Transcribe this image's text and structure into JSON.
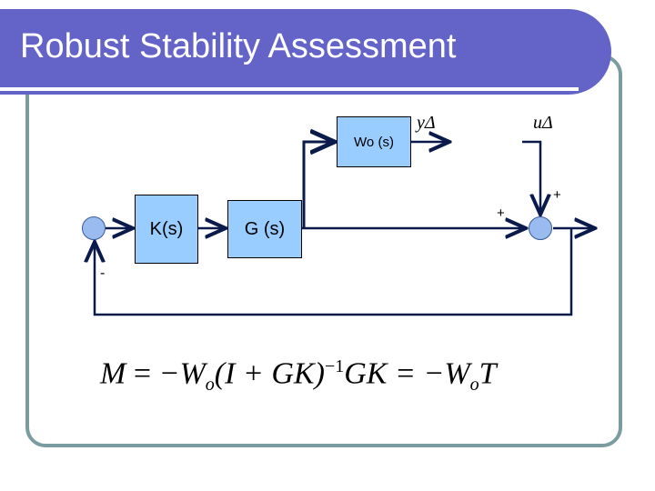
{
  "slide": {
    "title": "Robust Stability Assessment"
  },
  "diagram": {
    "controller_label": "K(s)",
    "plant_label": "G (s)",
    "weight_label": "Wo (s)",
    "output_signal_label": "yΔ",
    "input_signal_label": "uΔ",
    "feedback_sign_label": "-",
    "sum_left_sign_label": "+",
    "sum_top_sign_label": "+"
  },
  "equation": {
    "lhs": "M",
    "rhs_1": "−W",
    "rhs_1_sub": "o",
    "rhs_1_tail": "(I + GK)",
    "rhs_1_sup": "−1",
    "rhs_1_end": "GK",
    "rhs_2": "= −W",
    "rhs_2_sub": "o",
    "rhs_2_end": "T",
    "equals": "="
  },
  "colors": {
    "title_background": "#6464c8",
    "frame_border": "#7a9ca0",
    "block_fill": "#99ccff",
    "summing_junction_fill": "#99bbf0",
    "wire_color": "#0a1a4a"
  }
}
